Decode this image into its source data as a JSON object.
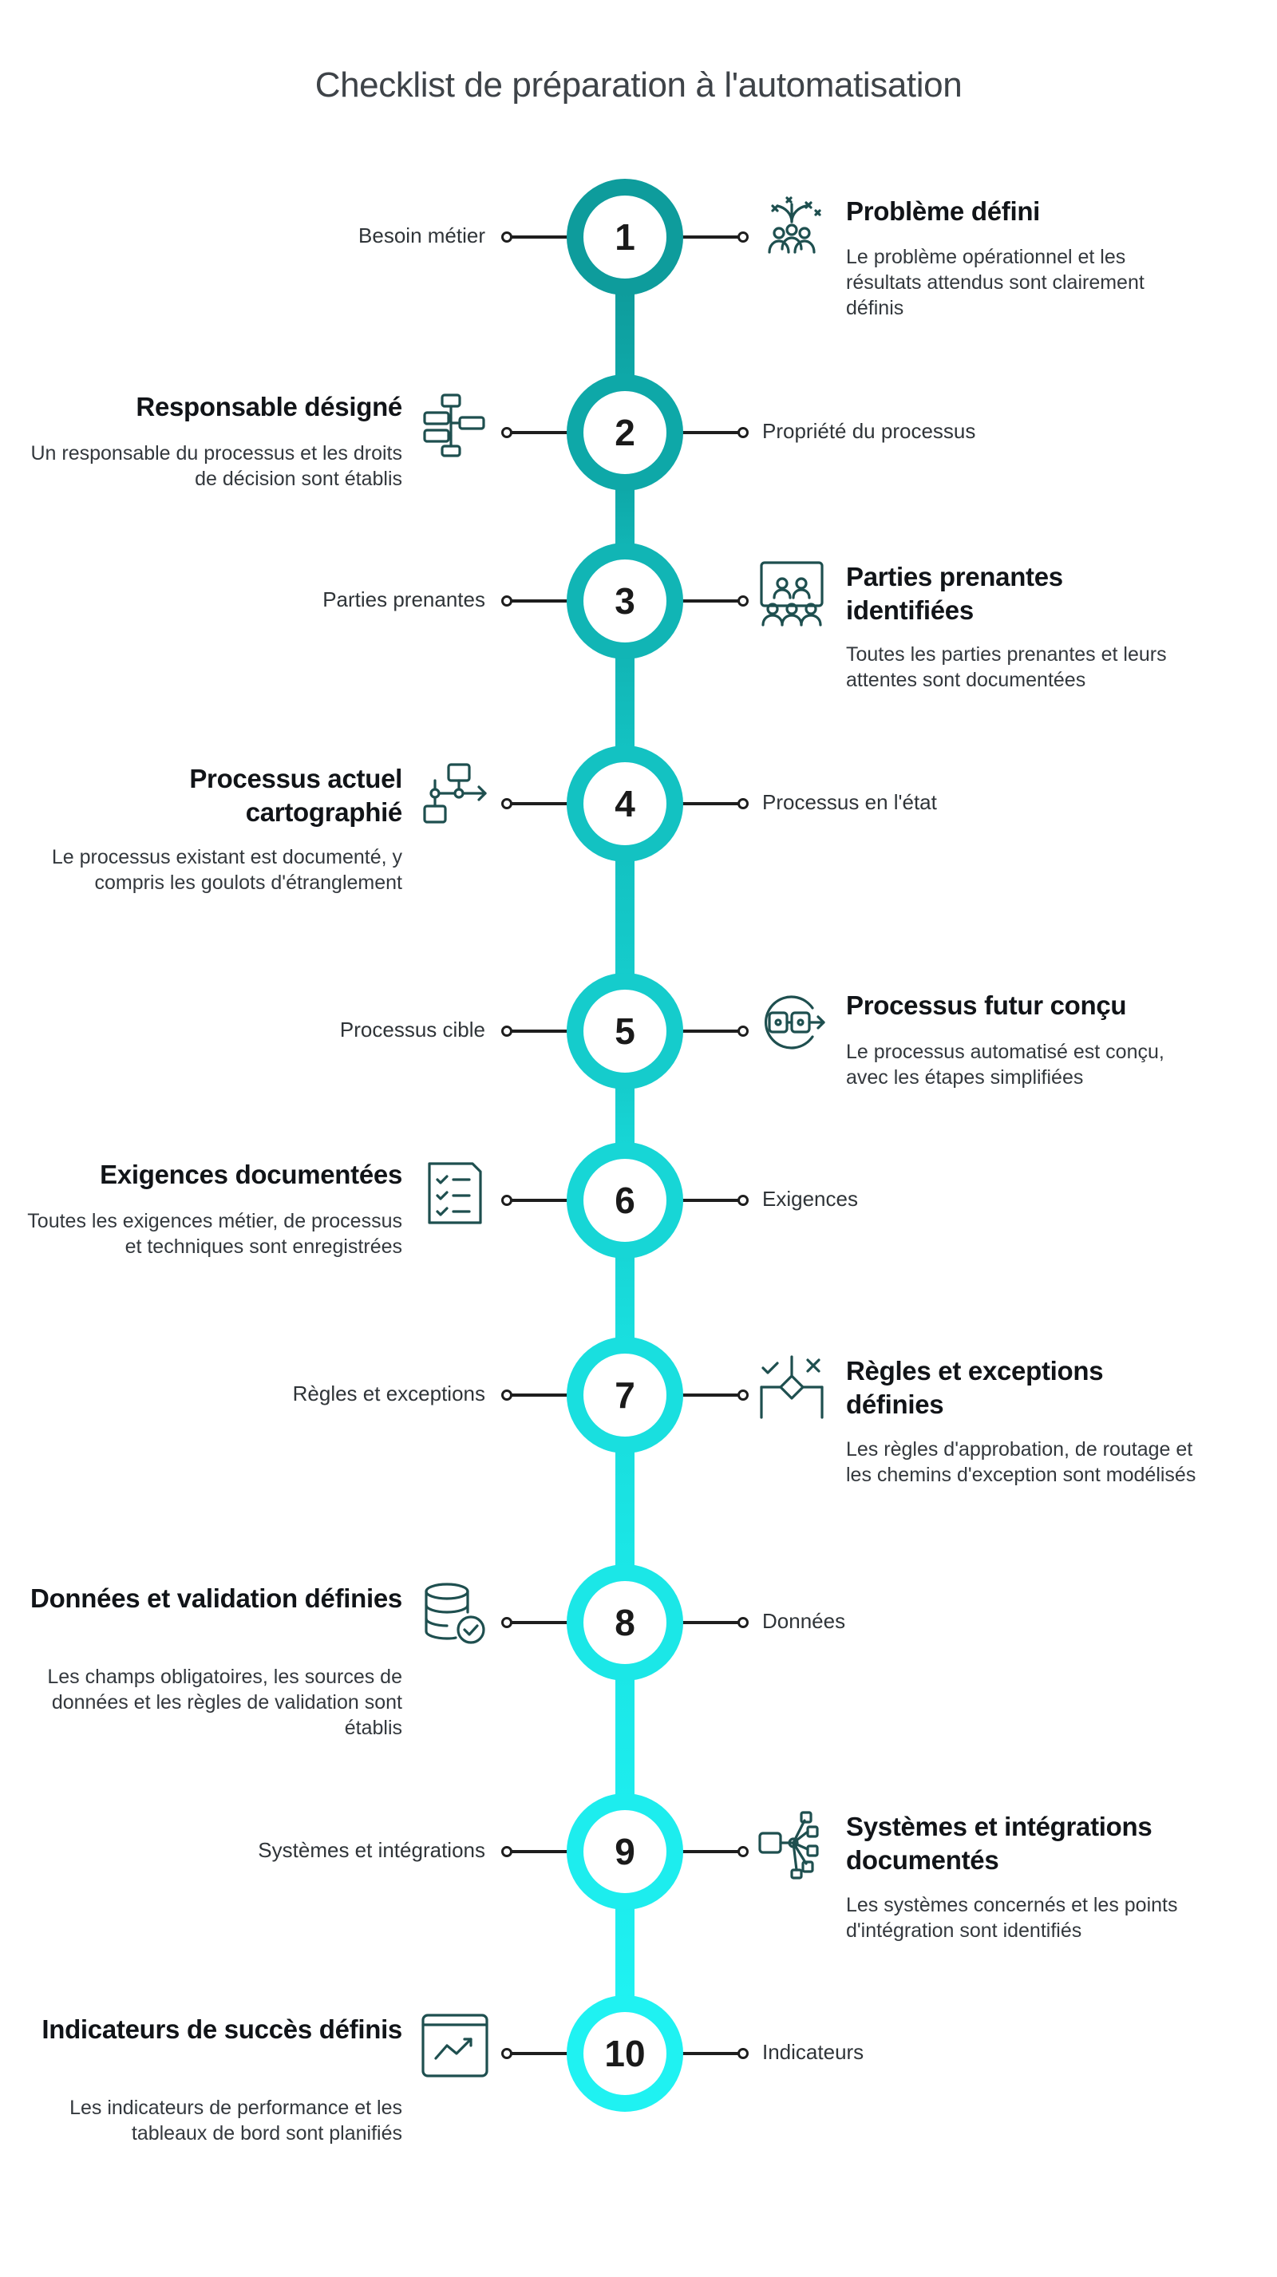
{
  "title": "Checklist de préparation à l'automatisation",
  "colors": {
    "spine_top": "#0e9c9c",
    "spine_bottom": "#1ff2f2",
    "icon_stroke": "#1e4f4f",
    "connector": "#1e1e1e"
  },
  "steps": [
    {
      "number": "1",
      "short_label": "Besoin métier",
      "heading": "Problème défini",
      "description": "Le problème opérationnel et les résultats attendus sont clairement définis",
      "icon": "problem-team-icon",
      "ring_color": "#0e9c9c"
    },
    {
      "number": "2",
      "short_label": "Propriété du processus",
      "heading": "Responsable désigné",
      "description": "Un responsable du processus et les droits de décision sont établis",
      "icon": "process-owner-flow-icon",
      "ring_color": "#0ea8a8"
    },
    {
      "number": "3",
      "short_label": "Parties prenantes",
      "heading": "Parties prenantes identifiées",
      "description": "Toutes les parties prenantes et leurs attentes sont documentées",
      "icon": "stakeholders-board-icon",
      "ring_color": "#11b5b5"
    },
    {
      "number": "4",
      "short_label": "Processus en l'état",
      "heading": "Processus actuel cartographié",
      "description": "Le processus existant est documenté, y compris les goulots d'étranglement",
      "icon": "process-map-icon",
      "ring_color": "#13c2c2"
    },
    {
      "number": "5",
      "short_label": "Processus cible",
      "heading": "Processus futur conçu",
      "description": "Le processus automatisé est conçu, avec les étapes simplifiées",
      "icon": "target-process-icon",
      "ring_color": "#15cccc"
    },
    {
      "number": "6",
      "short_label": "Exigences",
      "heading": "Exigences documentées",
      "description": "Toutes les exigences métier, de processus et techniques sont enregistrées",
      "icon": "checklist-document-icon",
      "ring_color": "#17d6d6"
    },
    {
      "number": "7",
      "short_label": "Règles et exceptions",
      "heading": "Règles et exceptions définies",
      "description": "Les règles d'approbation, de routage et les chemins d'exception sont modélisés",
      "icon": "decision-rules-icon",
      "ring_color": "#19dfdf"
    },
    {
      "number": "8",
      "short_label": "Données",
      "heading": "Données et validation définies",
      "description": "Les champs obligatoires, les sources de données et les règles de validation sont établis",
      "icon": "database-check-icon",
      "ring_color": "#1be7e7"
    },
    {
      "number": "9",
      "short_label": "Systèmes et intégrations",
      "heading": "Systèmes et intégrations documentés",
      "description": "Les systèmes concernés et les points d'intégration sont identifiés",
      "icon": "integration-network-icon",
      "ring_color": "#1dedee"
    },
    {
      "number": "10",
      "short_label": "Indicateurs",
      "heading": "Indicateurs de succès définis",
      "description": "Les indicateurs de performance et les tableaux de bord sont planifiés",
      "icon": "trend-chart-icon",
      "ring_color": "#1ff2f2"
    }
  ]
}
